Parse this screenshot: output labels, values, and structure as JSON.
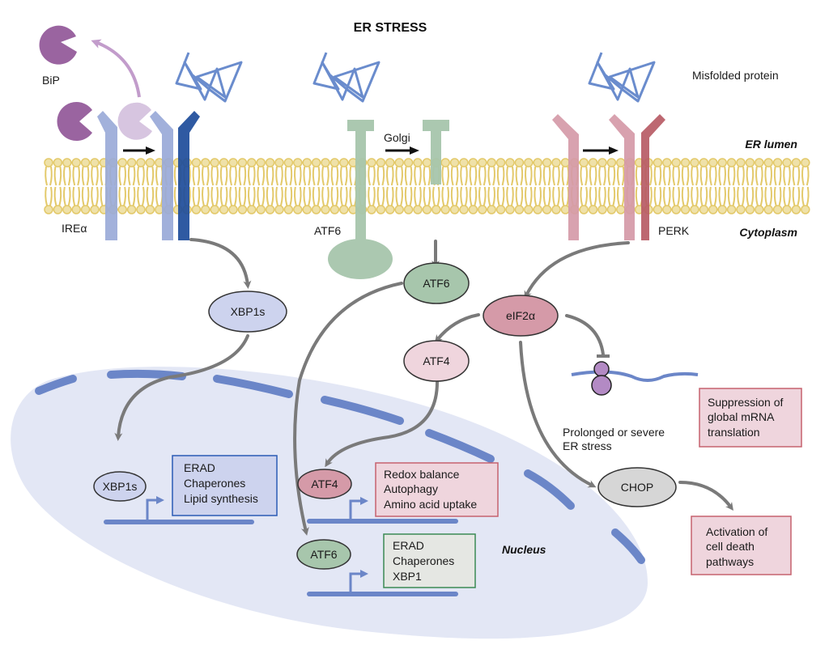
{
  "title": "ER STRESS",
  "regions": {
    "lumen": "ER lumen",
    "cytoplasm": "Cytoplasm",
    "nucleus": "Nucleus"
  },
  "labels": {
    "bip": "BiP",
    "misfolded": "Misfolded protein",
    "ire": "IREα",
    "atf6_membrane": "ATF6",
    "golgi": "Golgi",
    "perk": "PERK",
    "prolonged_line1": "Prolonged or severe",
    "prolonged_line2": "ER stress"
  },
  "nodes": {
    "xbp1s_cyto": "XBP1s",
    "atf6_cyto": "ATF6",
    "eif2a": "eIF2α",
    "atf4_cyto": "ATF4",
    "xbp1s_nuc": "XBP1s",
    "atf4_nuc": "ATF4",
    "atf6_nuc": "ATF6",
    "chop": "CHOP"
  },
  "boxes": {
    "xbp1_targets": [
      "ERAD",
      "Chaperones",
      "Lipid synthesis"
    ],
    "atf4_targets": [
      "Redox balance",
      "Autophagy",
      "Amino acid uptake"
    ],
    "atf6_targets": [
      "ERAD",
      "Chaperones",
      "XBP1"
    ],
    "suppression": [
      "Suppression of",
      "global mRNA",
      "translation"
    ],
    "cell_death": [
      "Activation of",
      "cell death",
      "pathways"
    ]
  },
  "colors": {
    "membrane": "#e3c96a",
    "membrane_head": "#efe1a8",
    "ire_light": "#9aaad8",
    "ire_dark": "#1e4d9b",
    "atf6": "#a7c6ac",
    "perk_light": "#d59aa8",
    "perk_dark": "#b85c66",
    "bip": "#9a64a0",
    "bip_light": "#d7c5e0",
    "misfolded": "#6a8ccd",
    "nucleus": "#e3e7f5",
    "nuclear_envelope": "#6b86c8",
    "arrow": "#7a7a7a",
    "pink_box": "#efd5dd",
    "pink_border": "#c6626e",
    "blue_box": "#cdd3ee",
    "blue_border": "#2b5bb5",
    "green_box": "#e5e7e3",
    "green_border": "#3b8a55"
  }
}
